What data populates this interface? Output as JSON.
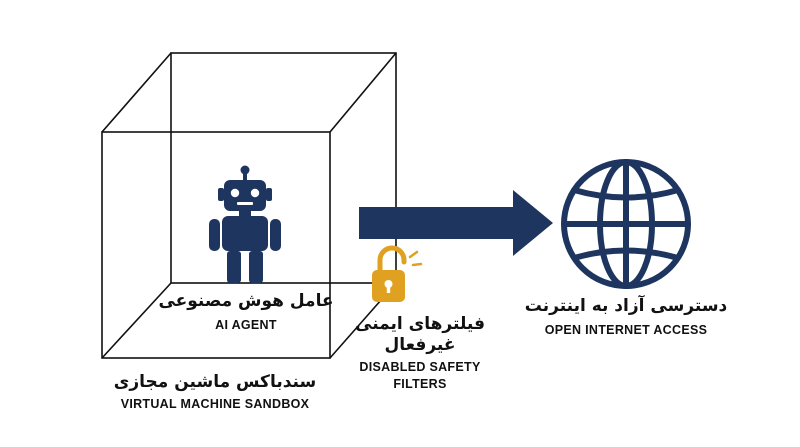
{
  "agent": {
    "label_fa": "عامل هوش مصنوعی",
    "label_en": "AI AGENT",
    "icon": "robot-icon"
  },
  "sandbox": {
    "label_fa": "سندباکس ماشین مجازی",
    "label_en": "VIRTUAL MACHINE SANDBOX"
  },
  "filters": {
    "label_fa_line1": "فیلترهای ایمنی",
    "label_fa_line2": "غیرفعال",
    "label_en_line1": "DISABLED SAFETY",
    "label_en_line2": "FILTERS",
    "icon": "unlocked-padlock-icon"
  },
  "internet": {
    "label_fa": "دسترسی آزاد به اینترنت",
    "label_en": "OPEN INTERNET ACCESS",
    "icon": "globe-icon"
  },
  "colors": {
    "navy": "#1e3560",
    "gold": "#e0a020",
    "line": "#111111"
  }
}
